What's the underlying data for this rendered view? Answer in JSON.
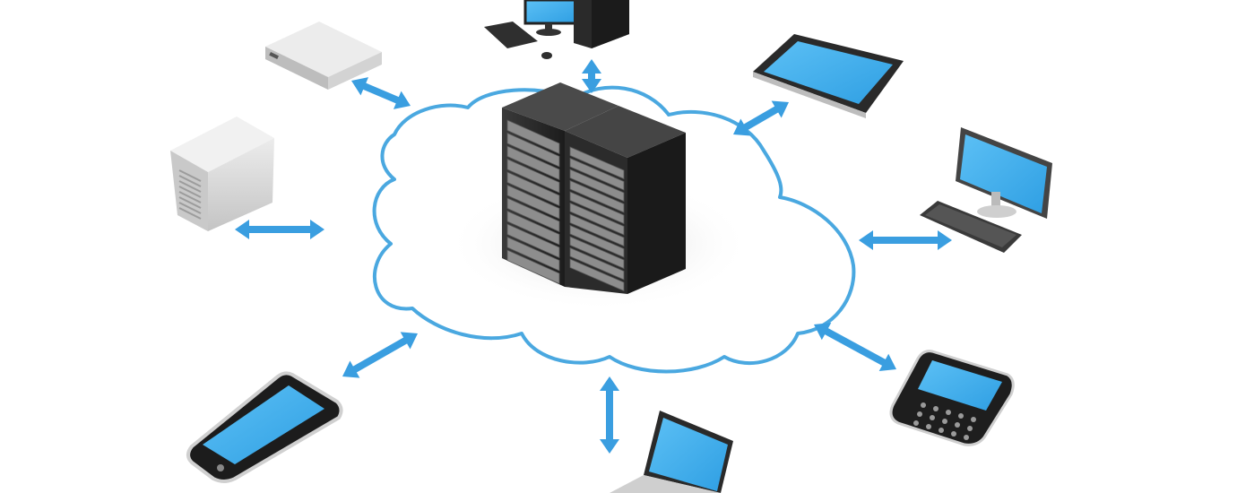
{
  "diagram": {
    "hub": {
      "name": "server-rack-hub",
      "icon": "server-rack-icon",
      "unit_labels": [
        "",
        "",
        "",
        "",
        "",
        "",
        "",
        "",
        "",
        "",
        "",
        ""
      ]
    },
    "devices": [
      {
        "name": "desktop-pc",
        "icon": "desktop-tower-icon"
      },
      {
        "name": "tablet",
        "icon": "tablet-icon"
      },
      {
        "name": "desktop-monitor",
        "icon": "monitor-keyboard-icon"
      },
      {
        "name": "blackberry-phone",
        "icon": "qwerty-phone-icon"
      },
      {
        "name": "laptop",
        "icon": "laptop-icon"
      },
      {
        "name": "smartphone",
        "icon": "smartphone-icon"
      },
      {
        "name": "tower-server",
        "icon": "tower-server-icon"
      },
      {
        "name": "network-storage",
        "icon": "nas-box-icon"
      }
    ],
    "links": [
      {
        "name": "link-desktop-pc",
        "icon": "double-arrow-icon"
      },
      {
        "name": "link-tablet",
        "icon": "double-arrow-icon"
      },
      {
        "name": "link-desktop-monitor",
        "icon": "double-arrow-icon"
      },
      {
        "name": "link-blackberry-phone",
        "icon": "double-arrow-icon"
      },
      {
        "name": "link-laptop",
        "icon": "double-arrow-icon"
      },
      {
        "name": "link-smartphone",
        "icon": "double-arrow-icon"
      },
      {
        "name": "link-tower-server",
        "icon": "double-arrow-icon"
      },
      {
        "name": "link-network-storage",
        "icon": "double-arrow-icon"
      }
    ],
    "colors": {
      "cloud_outline": "#4aa8e0",
      "arrow": "#3a9ee0",
      "screen": "#4cb3ef",
      "rack": "#2a2a2a",
      "device_gray": "#d9d9d9"
    }
  }
}
